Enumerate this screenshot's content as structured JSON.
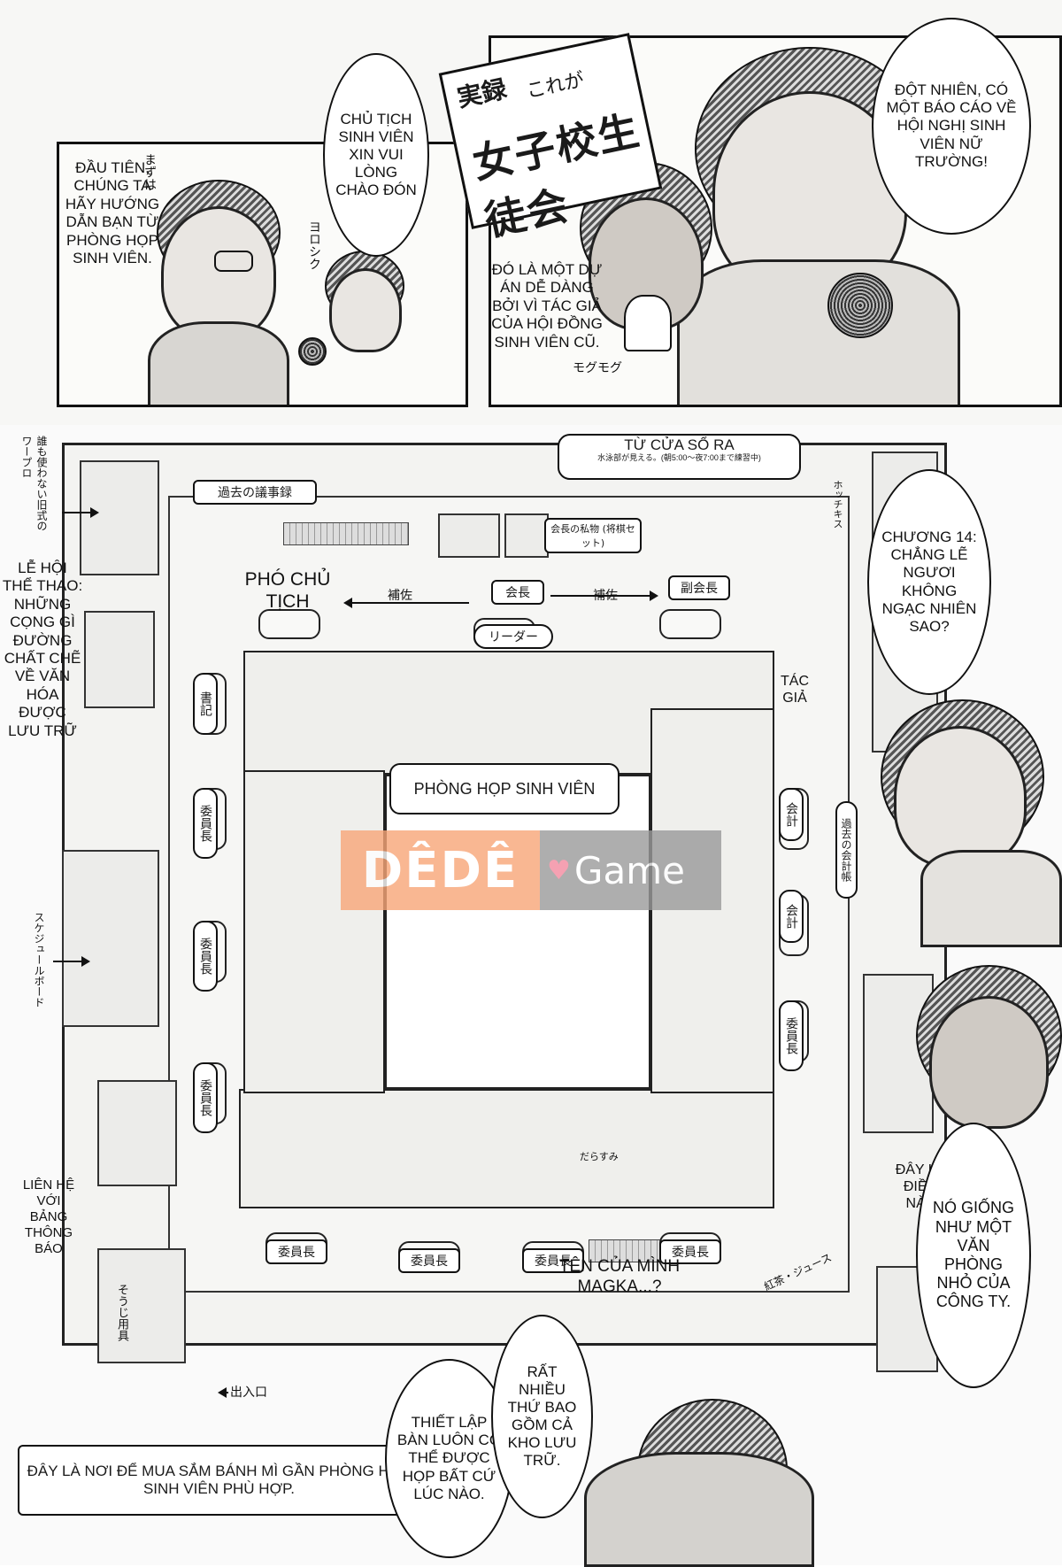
{
  "panel1": {
    "bubble_welcome": "CHỦ TỊCH SINH VIÊN XIN VUI LÒNG CHÀO ĐÓN",
    "bubble_first": "ĐẦU TIÊN, CHÚNG TA HÃY HƯỚNG DẪN BẠN TỪ PHÒNG HỌP SINH VIÊN.",
    "jp_mazu": "まずは",
    "jp_yoroshiku": "ヨロシク"
  },
  "panel2": {
    "title_flag_1": "実録",
    "title_flag_2": "これが",
    "title_flag_3": "女子校生徒会",
    "bubble_sudden": "ĐỘT NHIÊN, CÓ MỘT BÁO CÁO VỀ HỘI NGHỊ SINH VIÊN NỮ TRƯỜNG!",
    "bubble_project": "ĐÓ LÀ MỘT DỰ ÁN DỄ DÀNG BỞI VÌ TÁC GIẢ CỦA HỘI ĐỒNG SINH VIÊN CŨ.",
    "jp_mogu": "モグモグ"
  },
  "room": {
    "window_label": "TỪ CỬA SỔ RA",
    "window_jp": "水泳部が見える。(朝5:00〜夜7:00まで練習中)",
    "past_minutes_jp": "過去の議事録",
    "president_private_jp": "会長の私物 (将棋セット)",
    "vice_president": "PHÓ CHỦ TỊCH",
    "president_jp": "会長",
    "vice_president_jp": "副会長",
    "assistant_jp_1": "補佐",
    "assistant_jp_2": "補佐",
    "leader_jp": "リーダー",
    "secretary_jp": "書記",
    "accounting_jp_1": "会計",
    "accounting_jp_2": "会計",
    "member_jp": "委員長",
    "meeting_room": "PHÒNG HỌP SINH VIÊN",
    "author_label": "TÁC GIẢ",
    "past_accounts_jp": "過去の会計帳",
    "old_wordpro_jp": "誰も使わない旧式のワープロ",
    "schedule_board_jp": "スケジュールボード",
    "cleaning_jp": "そうじ用具",
    "entrance_jp": "出入口",
    "sports_festival": "LỄ HỘI THỂ THAO: NHỮNG CỌNG GÌ ĐƯỜNG CHẤT CHẼ VỀ VĂN HÓA ĐƯỢC LƯU TRỮ",
    "contact_board": "LIÊN HỆ VỚI BẢNG THÔNG BÁO",
    "bread_shop": "ĐÂY LÀ NƠI ĐỂ MUA SẮM BÁNH MÌ GẦN PHÒNG HỌP SINH VIÊN PHÙ HỢP.",
    "chapter_bubble": "CHƯƠNG 14: CHẲNG LẼ NGƯƠI KHÔNG NGẠC NHIÊN SAO?",
    "here_text": "ĐÂY LÀ ĐIỀU NÀY",
    "like_office": "NÓ GIỐNG NHƯ MỘT VĂN PHÒNG NHỎ CỦA CÔNG TY.",
    "my_name": "TÊN CỦA MÌNH MAGKA...?",
    "set_meeting": "THIẾT LẬP BÀN LUÔN CÓ THỂ ĐƯỢC HỌP BẤT CỨ LÚC NÀO.",
    "lots_of": "RẤT NHIỀU THỨ BAO GỒM CẢ KHO LƯU TRỮ.",
    "juice_jp": "紅茶・ジュース",
    "tabinote_jp": "だらすみ",
    "lead_jp": "ホッチキス"
  },
  "watermark": {
    "left": "DÊDÊ",
    "right": "Game"
  },
  "colors": {
    "watermark_orange": "#f8a678",
    "watermark_gray": "#9a9a9a",
    "watermark_heart": "#f38aa0"
  }
}
